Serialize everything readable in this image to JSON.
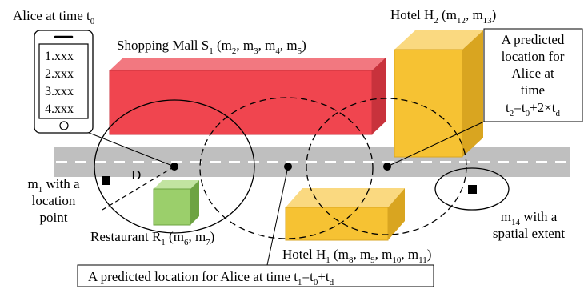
{
  "phone": {
    "caption_main": "Alice at time t",
    "caption_sub": "0",
    "list": [
      "1.xxx",
      "2.xxx",
      "3.xxx",
      "4.xxx"
    ]
  },
  "mall": {
    "label_main": "Shopping Mall S",
    "label_sub": "1",
    "label_rest": " (m",
    "parts": [
      {
        "t": "2",
        "s": true
      },
      {
        "t": ", m",
        "s": false
      },
      {
        "t": "3",
        "s": true
      },
      {
        "t": ", m",
        "s": false
      },
      {
        "t": "4",
        "s": true
      },
      {
        "t": ", m",
        "s": false
      },
      {
        "t": "5",
        "s": true
      },
      {
        "t": ")",
        "s": false
      }
    ],
    "color": "#f0454f"
  },
  "hotel2": {
    "text": [
      {
        "t": "Hotel H",
        "s": false
      },
      {
        "t": "2",
        "s": true
      },
      {
        "t": " (m",
        "s": false
      },
      {
        "t": "12",
        "s": true
      },
      {
        "t": ", m",
        "s": false
      },
      {
        "t": "13",
        "s": true
      },
      {
        "t": ")",
        "s": false
      }
    ],
    "color": "#f6c233"
  },
  "prediction2": {
    "lines": [
      "A predicted",
      "location for",
      "Alice at",
      "time"
    ],
    "formula": [
      {
        "t": "t",
        "s": false
      },
      {
        "t": "2",
        "s": true
      },
      {
        "t": "=t",
        "s": false
      },
      {
        "t": "0",
        "s": true
      },
      {
        "t": "+2×t",
        "s": false
      },
      {
        "t": "d",
        "s": true
      }
    ]
  },
  "m1": {
    "lines": [
      "with a",
      "location",
      "point"
    ],
    "name_main": "m",
    "name_sub": "1"
  },
  "d_label": "D",
  "restaurant": {
    "text": [
      {
        "t": "Restaurant R",
        "s": false
      },
      {
        "t": "1",
        "s": true
      },
      {
        "t": " (m",
        "s": false
      },
      {
        "t": "6",
        "s": true
      },
      {
        "t": ", m",
        "s": false
      },
      {
        "t": "7",
        "s": true
      },
      {
        "t": ")",
        "s": false
      }
    ],
    "color": "#9bcf6b"
  },
  "hotel1": {
    "text": [
      {
        "t": "Hotel H",
        "s": false
      },
      {
        "t": "1",
        "s": true
      },
      {
        "t": " (m",
        "s": false
      },
      {
        "t": "8",
        "s": true
      },
      {
        "t": ", m",
        "s": false
      },
      {
        "t": "9",
        "s": true
      },
      {
        "t": ", m",
        "s": false
      },
      {
        "t": "10",
        "s": true
      },
      {
        "t": ", m",
        "s": false
      },
      {
        "t": "11",
        "s": true
      },
      {
        "t": ")",
        "s": false
      }
    ],
    "color": "#f6c233"
  },
  "m14": {
    "line1": [
      {
        "t": "m",
        "s": false
      },
      {
        "t": "14",
        "s": true
      },
      {
        "t": " with a",
        "s": false
      }
    ],
    "line2": "spatial extent"
  },
  "prediction1": {
    "text": [
      {
        "t": "A predicted location for Alice at time t",
        "s": false
      },
      {
        "t": "1",
        "s": true
      },
      {
        "t": "=t",
        "s": false
      },
      {
        "t": "0",
        "s": true
      },
      {
        "t": "+t",
        "s": false
      },
      {
        "t": "d",
        "s": true
      }
    ]
  },
  "road_color": "#bfbfbf"
}
